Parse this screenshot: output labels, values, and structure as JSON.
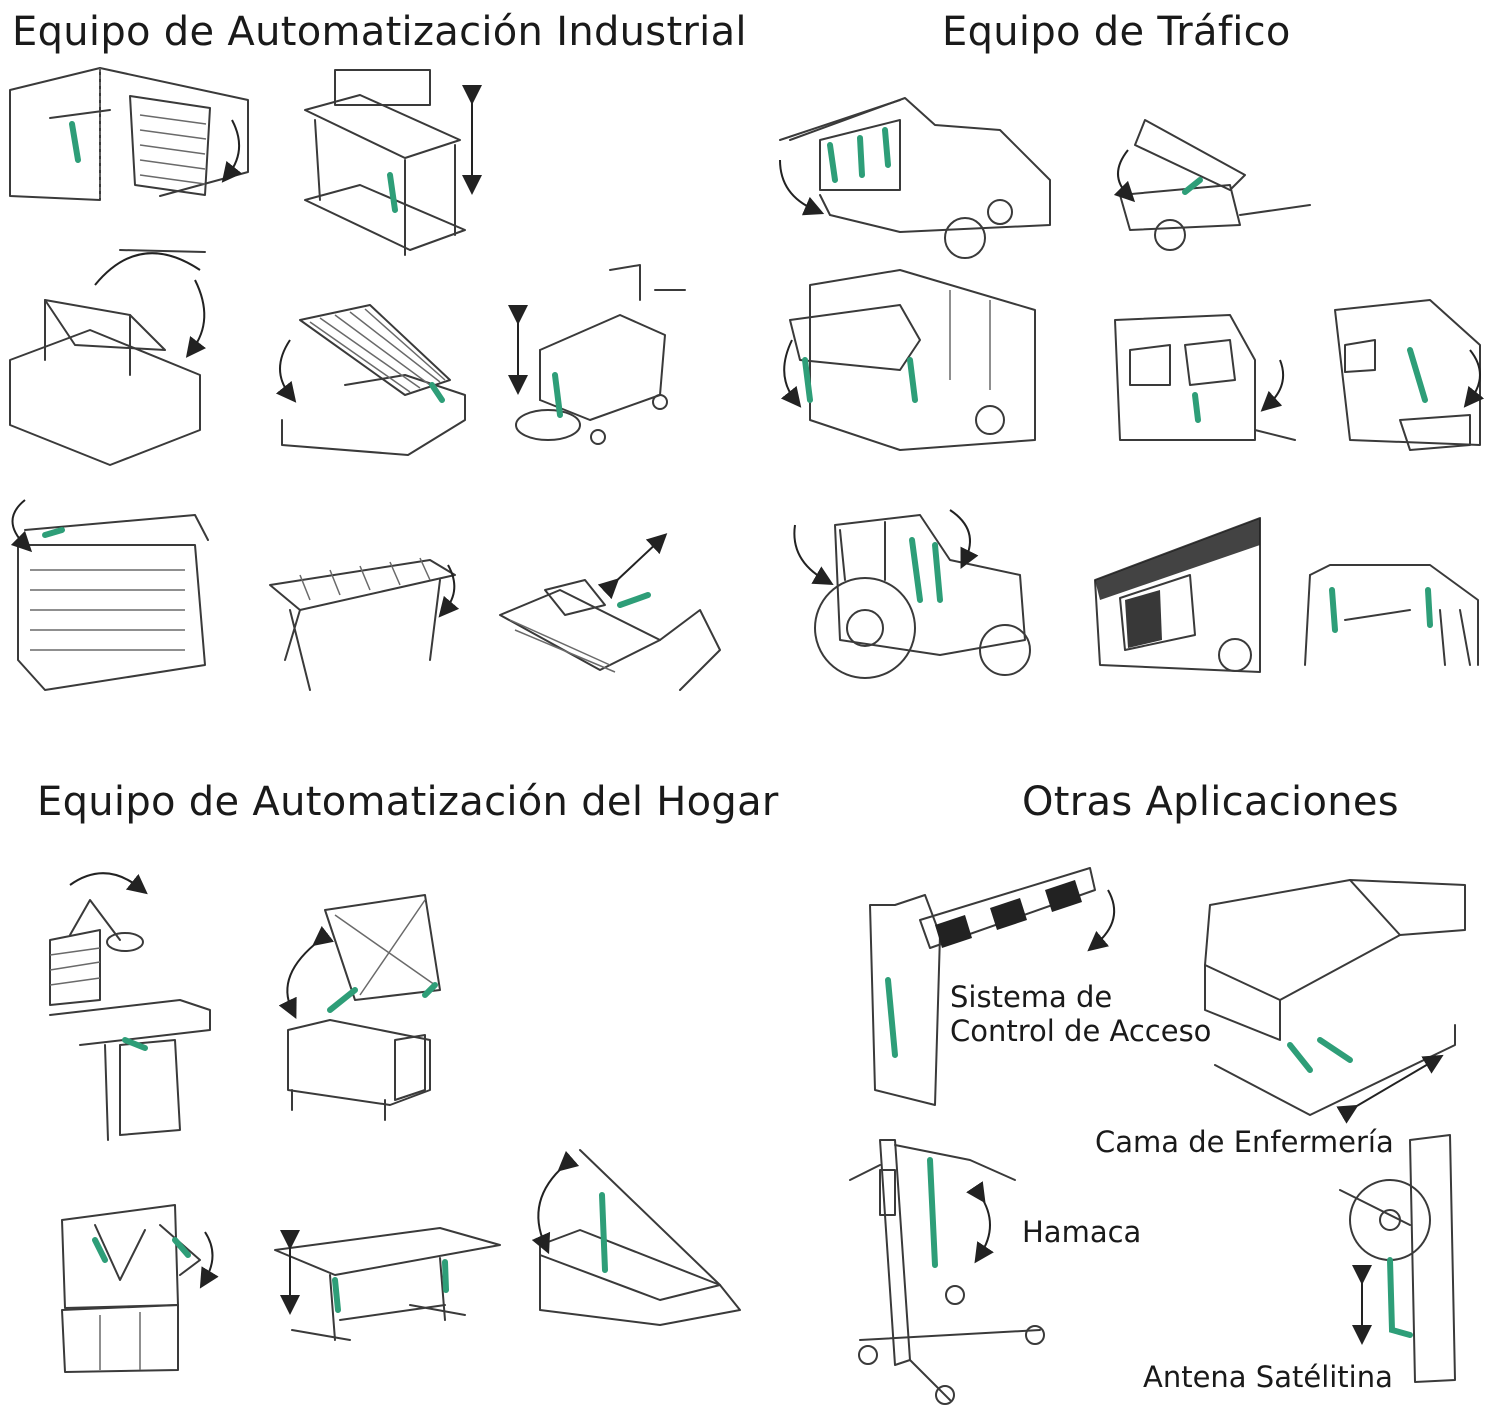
{
  "sections": {
    "industrial": {
      "title": "Equipo de Automatización Industrial"
    },
    "traffic": {
      "title": "Equipo de Tráfico"
    },
    "home": {
      "title": "Equipo de Automatización del Hogar"
    },
    "other": {
      "title": "Otras Aplicaciones",
      "labels": {
        "access_line1": "Sistema de",
        "access_line2": "Control de Acceso",
        "bed": "Cama de Enfermería",
        "hoist": "Hamaca",
        "antenna": "Antena Satélitina"
      }
    }
  },
  "colors": {
    "actuator": "#2e9e78",
    "line": "#3a3a3a",
    "background": "#ffffff"
  }
}
